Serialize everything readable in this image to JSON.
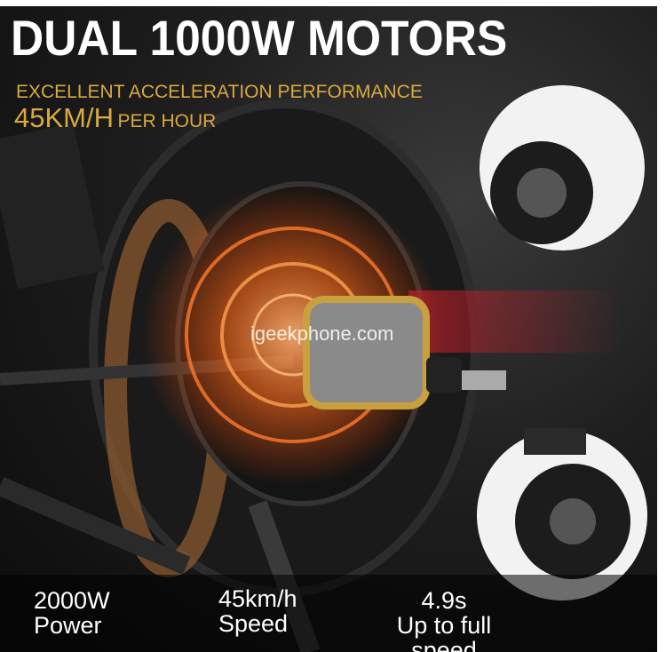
{
  "headline": "DUAL 1000W MOTORS",
  "subheadline": "EXCELLENT ACCELERATION PERFORMANCE",
  "speed_line": {
    "value": "45KM/H",
    "suffix": "PER HOUR"
  },
  "watermark": "igeekphone.com",
  "stats": [
    {
      "value": "2000W",
      "label": "Power"
    },
    {
      "value": "45km/h",
      "label": "Speed"
    },
    {
      "value": "4.9s",
      "label": "Up to full speed"
    }
  ],
  "colors": {
    "accent": "#d9a93e",
    "glow": "#ff6a1a",
    "background": "#141414"
  }
}
